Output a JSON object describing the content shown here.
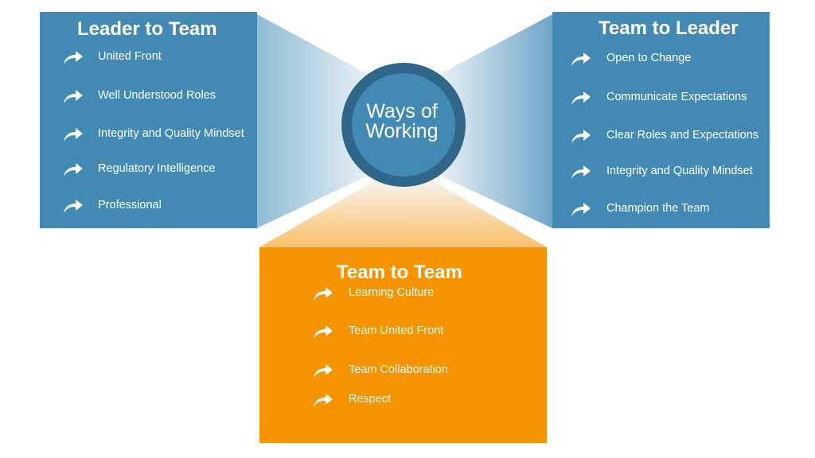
{
  "center": {
    "line1": "Ways of",
    "line2": "Working"
  },
  "leader_to_team": {
    "title": "Leader to Team",
    "items": [
      "United Front",
      "Well Understood Roles",
      "Integrity and Quality Mindset",
      "Regulatory Intelligence",
      "Professional"
    ]
  },
  "team_to_leader": {
    "title": "Team to Leader",
    "items": [
      "Open to Change",
      "Communicate Expectations",
      "Clear Roles and Expectations",
      "Integrity and Quality Mindset",
      "Champion the Team"
    ]
  },
  "team_to_team": {
    "title": "Team to Team",
    "items": [
      "Learning Culture",
      "Team United Front",
      "Team Collaboration",
      "Respect"
    ]
  },
  "colors": {
    "blue": "#428ab4",
    "ring": "#306689",
    "orange": "#f59300"
  }
}
